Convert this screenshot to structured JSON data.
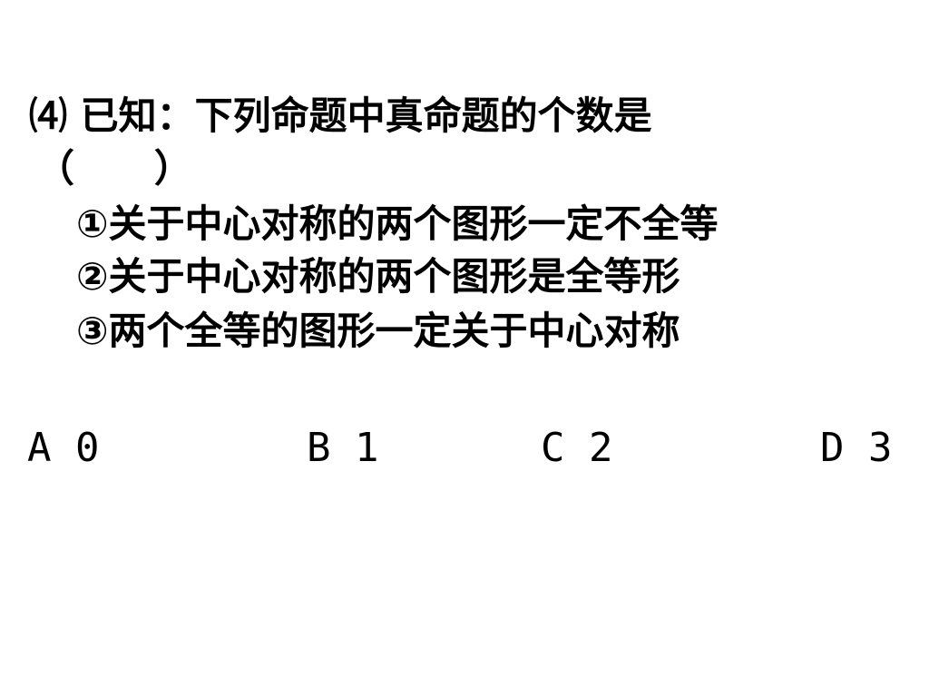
{
  "question": {
    "stem": "⑷ 已知：下列命题中真命题的个数是",
    "blank": "（      ）"
  },
  "statements": [
    "①关于中心对称的两个图形一定不全等",
    "②关于中心对称的两个图形是全等形",
    "③两个全等的图形一定关于中心对称"
  ],
  "choices": [
    "A 0",
    "B 1",
    "C 2",
    "D 3"
  ]
}
